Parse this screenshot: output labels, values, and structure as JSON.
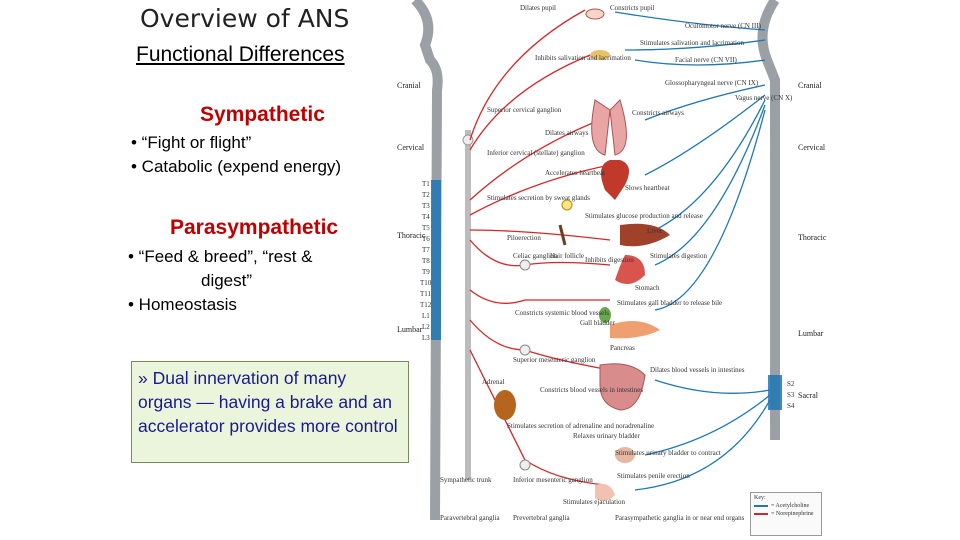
{
  "slide": {
    "title": "Overview of ANS",
    "subtitle": "Functional Differences",
    "sympathetic": {
      "heading": "Sympathetic",
      "bullets": [
        "• “Fight or flight”",
        "• Catabolic (expend energy)"
      ]
    },
    "parasympathetic": {
      "heading": "Parasympathetic",
      "bullets": [
        "• “Feed & breed”, “rest &",
        "digest”",
        "• Homeostasis"
      ]
    },
    "note": "» Dual innervation of many organs — having a brake and an accelerator provides more control"
  },
  "diagram": {
    "labels": {
      "dilates_pupil": "Dilates pupil",
      "constricts_pupil": "Constricts pupil",
      "oculomotor": "Oculomotor nerve (CN III)",
      "stim_saliv": "Stimulates salivation and lacrimation",
      "facial": "Facial nerve (CN VII)",
      "inhibits_saliv": "Inhibits salivation and lacrimation",
      "glosso": "Glossopharyngeal nerve (CN IX)",
      "vagus": "Vagus nerve (CN X)",
      "superior_cervical": "Superior cervical ganglion",
      "dilates_airways": "Dilates airways",
      "constricts_airways": "Constricts airways",
      "inferior_cervical": "Inferior cervical (stellate) ganglion",
      "accel_heart": "Accelerates heartbeat",
      "slows_heart": "Slows heartbeat",
      "sweat": "Stimulates secretion by sweat glands",
      "glucose": "Stimulates glucose production and release",
      "liver": "Liver",
      "piloerection": "Piloerection",
      "hair": "Hair follicle",
      "celiac": "Celiac ganglion",
      "inhibits_digestion": "Inhibits digestion",
      "stim_digestion": "Stimulates digestion",
      "stomach": "Stomach",
      "constricts_visceral": "Constricts systemic blood vessels",
      "gall_bile": "Stimulates gall bladder to release bile",
      "gall_bladder": "Gall bladder",
      "pancreas": "Pancreas",
      "sup_mesenteric": "Superior mesenteric ganglion",
      "dilates_intestine": "Dilates blood vessels in intestines",
      "adrenal": "Adrenal",
      "constricts_intestine": "Constricts blood vessels in intestines",
      "stim_adrenaline": "Stimulates secretion of adrenaline and noradrenaline",
      "relaxes_bladder": "Relaxes urinary bladder",
      "stim_bladder": "Stimulates urinary bladder to contract",
      "inf_mesenteric": "Inferior mesenteric ganglion",
      "sympathetic_trunk": "Sympathetic trunk",
      "stim_penile": "Stimulates penile erection",
      "stim_ejac": "Stimulates ejaculation",
      "paravertebral": "Paravertebral ganglia",
      "prevertebral": "Prevertebral ganglia",
      "para_ganglia": "Parasympathetic ganglia in or near end organs",
      "cranial_left": "Cranial",
      "cervical_left": "Cervical",
      "thoracic_left": "Thoracic",
      "lumbar_left": "Lumbar",
      "cranial_right": "Cranial",
      "cervical_right": "Cervical",
      "thoracic_right": "Thoracic",
      "lumbar_right": "Lumbar",
      "sacral_right": "Sacral"
    },
    "segments_thoracic": [
      "T1",
      "T2",
      "T3",
      "T4",
      "T5",
      "T6",
      "T7",
      "T8",
      "T9",
      "T10",
      "T11",
      "T12"
    ],
    "segments_lumbar": [
      "L1",
      "L2",
      "L3"
    ],
    "segments_sacral": [
      "S2",
      "S3",
      "S4"
    ],
    "key": {
      "title": "Key:",
      "acetylcholine": "= Acetylcholine",
      "norepinephrine": "= Norepinephrine"
    },
    "colors": {
      "sympathetic": "#d62728",
      "parasympathetic": "#1f77b4",
      "organ": "#d9534f",
      "spine": "#9aa0a6"
    }
  }
}
